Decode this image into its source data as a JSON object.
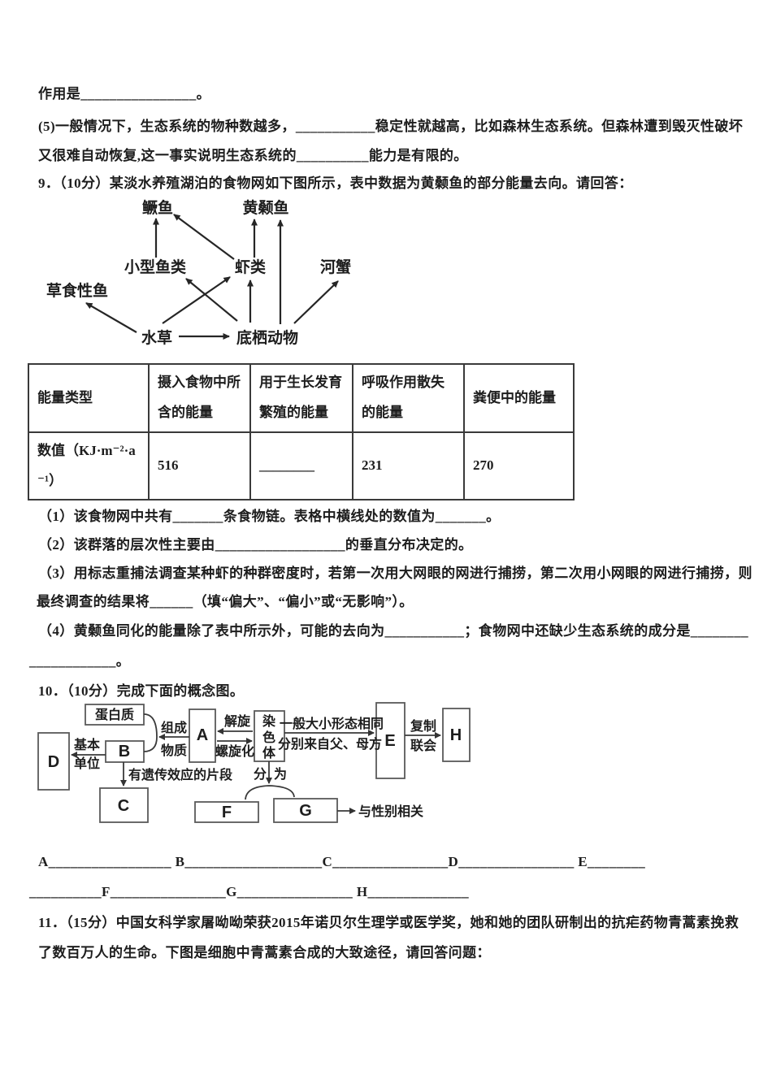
{
  "colors": {
    "ink": "#1d1d1d",
    "box_border": "#5a5a5a",
    "table_border": "#3a3a3a"
  },
  "lines": {
    "blank_answer": "作用是________________。",
    "q5_l1": "(5)一般情况下，生态系统的物种数越多，___________稳定性就越高，比如森林生态系统。但森林遭到毁灭性破坏",
    "q5_l2": "又很难自动恢复,这一事实说明生态系统的__________能力是有限的。",
    "q9_title": "9．（10分）某淡水养殖湖泊的食物网如下图所示，表中数据为黄颡鱼的部分能量去向。请回答：",
    "q9_1": "（1）该食物网中共有_______条食物链。表格中横线处的数值为_______。",
    "q9_2": "（2）该群落的层次性主要由__________________的垂直分布决定的。",
    "q9_3a": "（3）用标志重捕法调查某种虾的种群密度时，若第一次用大网眼的网进行捕捞，第二次用小网眼的网进行捕捞，则",
    "q9_3b": "最终调查的结果将______（填“偏大”、“偏小”或“无影响”）。",
    "q9_4a": "（4）黄颡鱼同化的能量除了表中所示外，可能的去向为___________；食物网中还缺少生态系统的成分是________",
    "q9_4b": "____________。",
    "q10_title": "10．（10分）完成下面的概念图。",
    "q10_blanks_l1": "A_________________   B___________________C________________D________________   E________",
    "q10_blanks_l2": "__________F________________G________________  H______________",
    "q11_l1": "11．（15分）中国女科学家屠呦呦荣获2015年诺贝尔生理学或医学奖，她和她的团队研制出的抗疟药物青蒿素挽救",
    "q11_l2": "了数百万人的生命。下图是细胞中青蒿素合成的大致途径，请回答问题："
  },
  "foodweb": {
    "nodes": {
      "mandarin_fish": "鳜鱼",
      "yellow_catfish": "黄颡鱼",
      "small_fish": "小型鱼类",
      "shrimp": "虾类",
      "river_crab": "河蟹",
      "herbivorous_fish": "草食性鱼",
      "waterweed": "水草",
      "benthic_animals": "底栖动物"
    }
  },
  "energy_table": {
    "headers": [
      "能量类型",
      "摄入食物中所含的能量",
      "用于生长发育繁殖的能量",
      "呼吸作用散失的能量",
      "粪便中的能量"
    ],
    "row": [
      "数值（KJ·m⁻²·a⁻¹）",
      "516",
      "________",
      "231",
      "270"
    ]
  },
  "concept_map": {
    "protein": "蛋白质",
    "A": "A",
    "B": "B",
    "C": "C",
    "D": "D",
    "E": "E",
    "F": "F",
    "G": "G",
    "H": "H",
    "chrom1": "染",
    "chrom2": "色",
    "chrom3": "体",
    "compose1": "组成",
    "compose2": "物质",
    "basic1": "基本",
    "basic2": "单位",
    "unwind": "解旋",
    "coil": "螺旋化",
    "genetic_fragment": "有遗传效应的片段",
    "divide1": "分",
    "divide2": "为",
    "same_shape": "一般大小形态相同",
    "from_parents": "分别来自父、母方",
    "replicate": "复制",
    "synapsis": "联会",
    "sex_related": "与性别相关"
  }
}
